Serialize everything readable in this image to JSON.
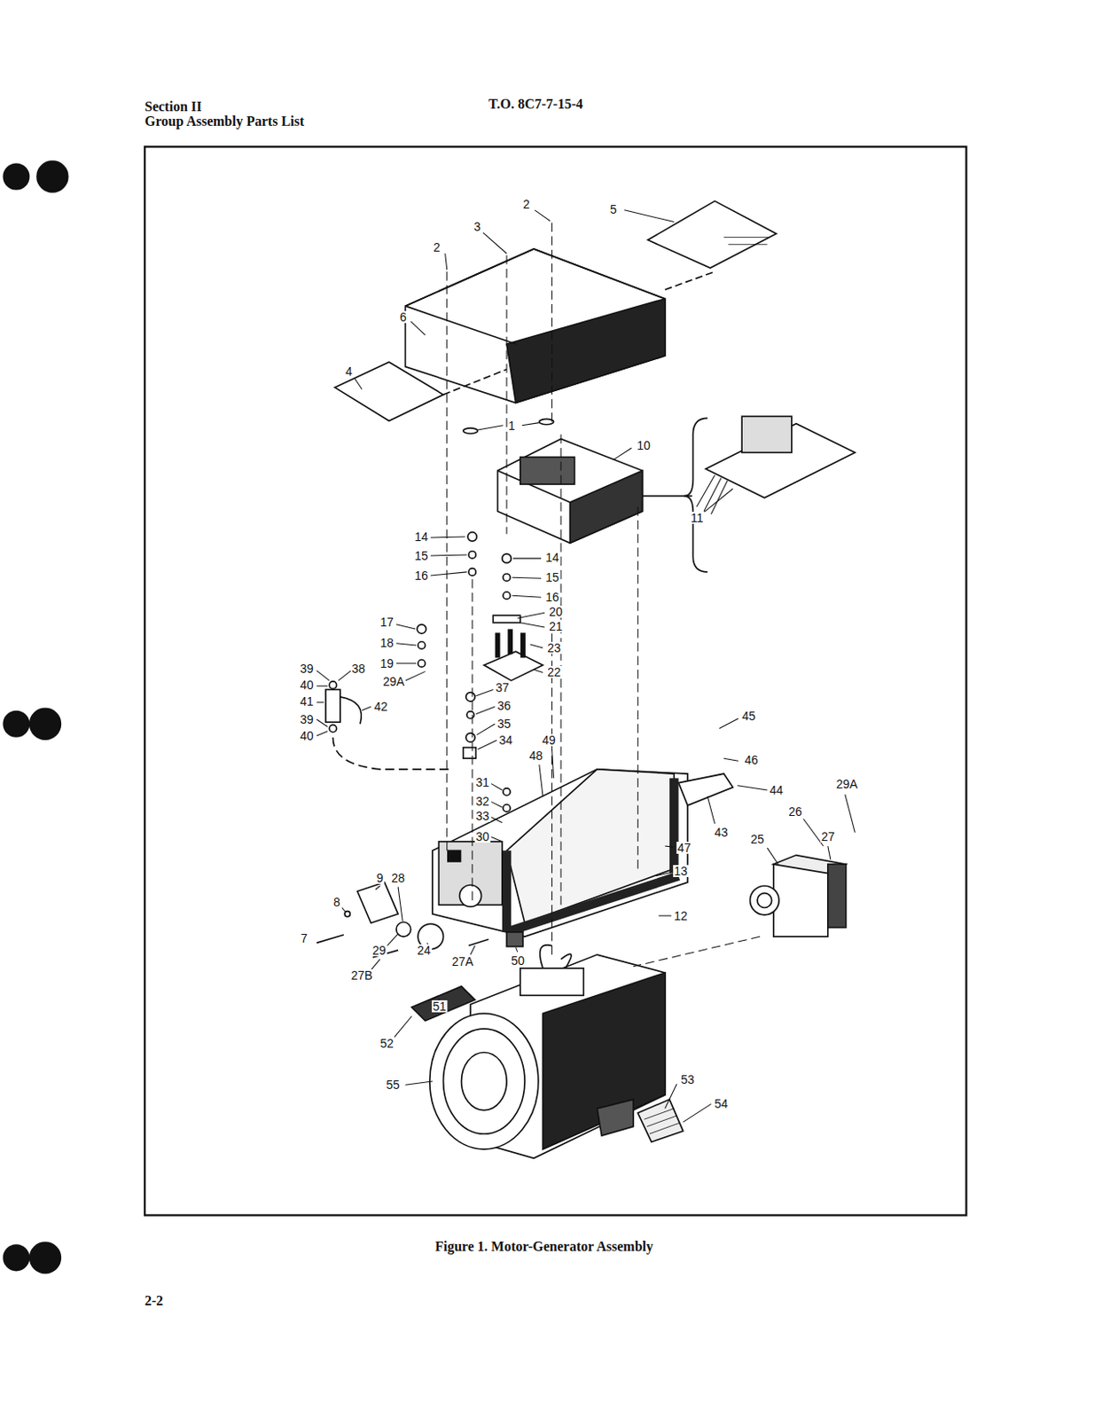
{
  "diagram": {
    "caption": "Figure 1. Motor-Generator Assembly",
    "labels": [
      "Section II",
      "Group Assembly Parts List",
      "T.O. 8C7-7-15-4",
      "2",
      "3",
      "2",
      "5",
      "6",
      "4",
      "1",
      "10",
      "11",
      "14",
      "15",
      "16",
      "14",
      "15",
      "16",
      "20",
      "21",
      "23",
      "22",
      "17",
      "18",
      "19",
      "29A",
      "39",
      "38",
      "40",
      "41",
      "42",
      "39",
      "40",
      "37",
      "36",
      "35",
      "34",
      "31",
      "32",
      "33",
      "30",
      "48",
      "49",
      "45",
      "46",
      "44",
      "47",
      "43",
      "29A",
      "26",
      "27",
      "25",
      "13",
      "12",
      "9",
      "28",
      "8",
      "7",
      "29",
      "24",
      "27A",
      "27B",
      "50",
      "51",
      "52",
      "55",
      "53",
      "54",
      "2-2"
    ]
  }
}
